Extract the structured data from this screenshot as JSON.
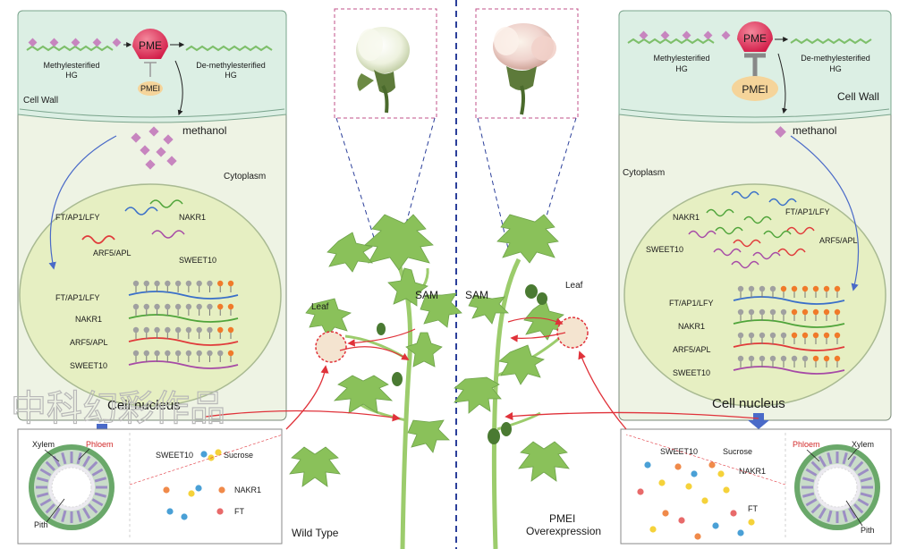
{
  "left": {
    "cell_wall": "Cell Wall",
    "pme": "PME",
    "pmei": "PMEI",
    "methyl_hg": [
      "Methylesterified",
      "HG"
    ],
    "demethyl_hg": [
      "De-methylesterified",
      "HG"
    ],
    "methanol": "methanol",
    "cytoplasm": "Cytoplasm",
    "genes_top": [
      "FT/AP1/LFY",
      "NAKR1",
      "ARF5/APL",
      "SWEET10"
    ],
    "genes_list": [
      "FT/AP1/LFY",
      "NAKR1",
      "ARF5/APL",
      "SWEET10"
    ],
    "nucleus": "Cell nucleus",
    "xylem": "Xylem",
    "phloem": "Phloem",
    "pith": "Pith",
    "sweet10": "SWEET10",
    "sucrose": "Sucrose",
    "nakr1": "NAKR1",
    "ft": "FT",
    "caption": "Wild Type"
  },
  "right": {
    "cell_wall": "Cell Wall",
    "pme": "PME",
    "pmei": "PMEI",
    "methyl_hg": [
      "Methylesterified",
      "HG"
    ],
    "demethyl_hg": [
      "De-methylesterified",
      "HG"
    ],
    "methanol": "methanol",
    "cytoplasm": "Cytoplasm",
    "genes_top": [
      "FT/AP1/LFY",
      "NAKR1",
      "ARF5/APL",
      "SWEET10"
    ],
    "genes_list": [
      "FT/AP1/LFY",
      "NAKR1",
      "ARF5/APL",
      "SWEET10"
    ],
    "nucleus": "Cell nucleus",
    "xylem": "Xylem",
    "phloem": "Phloem",
    "pith": "Pith",
    "sweet10": "SWEET10",
    "sucrose": "Sucrose",
    "nakr1": "NAKR1",
    "ft": "FT",
    "caption": [
      "PMEI",
      "Overexpression"
    ]
  },
  "plant_labels": {
    "leaf_left": "Leaf",
    "sam_left": "SAM",
    "sam_right": "SAM",
    "leaf_right": "Leaf"
  },
  "watermark": "中科幻彩作品",
  "colors": {
    "cell_wall_fill": "#dcefe4",
    "cytoplasm_fill": "#f3f6e4",
    "nucleus_fill": "#e6efc2",
    "pme_red": "#e0325a",
    "pmei_tan": "#f5d49a",
    "methanol_pink": "#c785bf",
    "gene_blue": "#3a6fc9",
    "gene_green": "#4fa43a",
    "gene_red": "#e03a3a",
    "gene_purple": "#a64aa6",
    "arrow_red": "#e0323a",
    "arrow_blue": "#4a6ac8",
    "divider": "#2b3f9a",
    "leaf_green": "#8ac15a",
    "stem_green": "#9ccc6c"
  }
}
